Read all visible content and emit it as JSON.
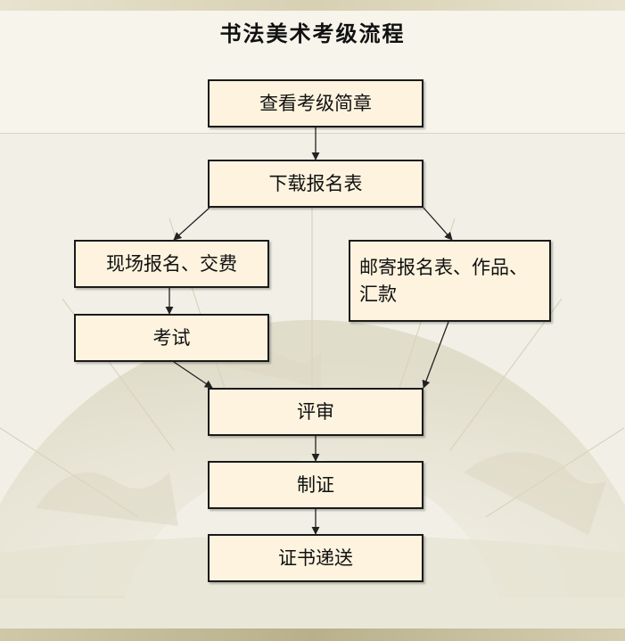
{
  "title": "书法美术考级流程",
  "steps": {
    "view_brochure": "查看考级简章",
    "download_form": "下载报名表",
    "onsite_signup": "现场报名、交费",
    "mail_signup": "邮寄报名表、作品、汇款",
    "exam": "考试",
    "review": "评审",
    "certify": "制证",
    "deliver": "证书递送"
  },
  "colors": {
    "box_fill": "#fdf3de",
    "box_border": "#1a1a1a",
    "background": "#f1efe4"
  }
}
